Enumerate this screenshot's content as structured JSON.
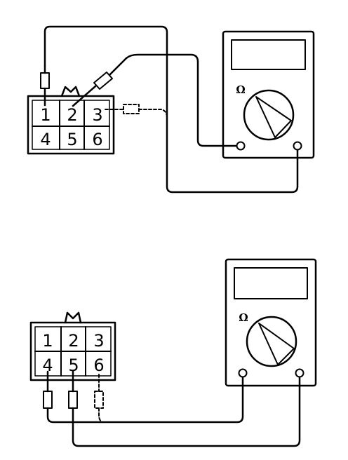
{
  "diagram_top": {
    "connector_pins": [
      "1",
      "2",
      "3",
      "4",
      "5",
      "6"
    ],
    "meter_symbol": "Ω"
  },
  "diagram_bottom": {
    "connector_pins": [
      "1",
      "2",
      "3",
      "4",
      "5",
      "6"
    ],
    "meter_symbol": "Ω"
  }
}
